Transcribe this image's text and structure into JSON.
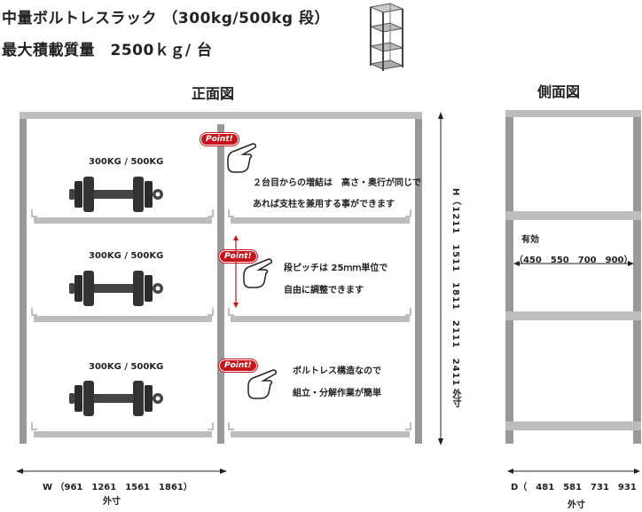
{
  "header": {
    "title_line1": "中量ボルトレスラック （300kg/500kg 段）",
    "title_line2": "最大積載質量　2500ｋｇ/ 台"
  },
  "front_view": {
    "heading": "正面図",
    "loads": [
      "300KG / 500KG",
      "300KG / 500KG",
      "300KG / 500KG"
    ],
    "points": [
      {
        "badge": "Point!",
        "line1": "２台目からの増結は　高さ・奥行が同じで",
        "line2": "あれば支柱を兼用する事ができます"
      },
      {
        "badge": "Point!",
        "line1": "段ピッチは 25ｍｍ単位で",
        "line2": "自由に調整できます"
      },
      {
        "badge": "Point!",
        "line1": "ボルトレス構造なので",
        "line2": "組立・分解作業が簡単"
      }
    ],
    "width_dim": "W （961　1261　1561　1861）",
    "width_unit": "外寸",
    "height_dim": "H（1211　1511　1811　2111　2411　）",
    "height_unit": "外寸"
  },
  "side_view": {
    "heading": "側面図",
    "effective_label": "有効",
    "effective_dim": "（450　550　700　900）",
    "depth_dim": "D（　481　581　731　931　）",
    "depth_unit": "外寸"
  },
  "colors": {
    "frame": "#999999",
    "shelf": "#bdbdbd",
    "point": "#c4161c",
    "arrow_red": "#c4161c"
  }
}
